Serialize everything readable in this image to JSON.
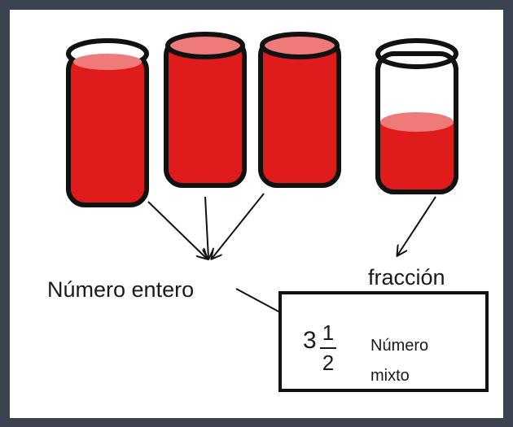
{
  "labels": {
    "whole_number": "Número entero",
    "fraction": "fracción",
    "mixed_line1": "Número",
    "mixed_line2": "mixto"
  },
  "mixed_number": {
    "whole": "3",
    "numerator": "1",
    "denominator": "2"
  },
  "colors": {
    "liquid": "#e01b1b",
    "liquid_top": "#ef7a7a",
    "outline": "#111111",
    "border": "#3b4350"
  },
  "cups": [
    {
      "fill": "full"
    },
    {
      "fill": "full"
    },
    {
      "fill": "full"
    },
    {
      "fill": "half"
    }
  ]
}
